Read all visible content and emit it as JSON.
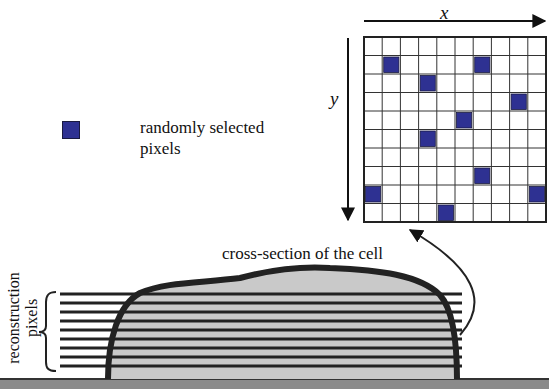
{
  "diagram": {
    "labels": [
      "x",
      "y",
      "cross-section of the cell",
      "reconstruction pixels"
    ],
    "legend": [
      {
        "text": "randomly selected pixels",
        "color": "#2e3192"
      }
    ]
  }
}
